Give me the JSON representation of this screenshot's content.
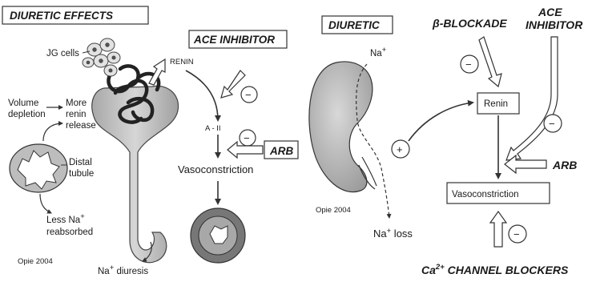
{
  "left_panel": {
    "title": "DIURETIC EFFECTS",
    "jg_cells": "JG cells",
    "renin": "RENIN",
    "volume_depletion": [
      "Volume",
      "depletion"
    ],
    "more_renin_release": [
      "More",
      "renin",
      "release"
    ],
    "distal_tubule": [
      "Distal",
      "tubule"
    ],
    "less_na_reabsorbed": [
      "Less Na",
      "+",
      "reabsorbed"
    ],
    "credit": "Opie 2004",
    "na_diuresis": [
      "Na",
      "+",
      " diuresis"
    ]
  },
  "middle_panel": {
    "ace_inhibitor": "ACE INHIBITOR",
    "minus": "−",
    "a_ii": "A - II",
    "arb": "ARB",
    "vasoconstriction": "Vasoconstriction"
  },
  "right_panel": {
    "diuretic": "DIURETIC",
    "na_plus": [
      "Na",
      "+"
    ],
    "beta_blockade": "β-BLOCKADE",
    "ace_inhibitor": [
      "ACE",
      "INHIBITOR"
    ],
    "minus": "−",
    "plus": "+",
    "renin": "Renin",
    "arb": "ARB",
    "vasoconstriction": "Vasoconstriction",
    "credit": "Opie 2004",
    "na_loss": [
      "Na",
      "+",
      " loss"
    ],
    "ca_channel_blockers": [
      "Ca",
      "2+",
      " CHANNEL BLOCKERS"
    ]
  }
}
